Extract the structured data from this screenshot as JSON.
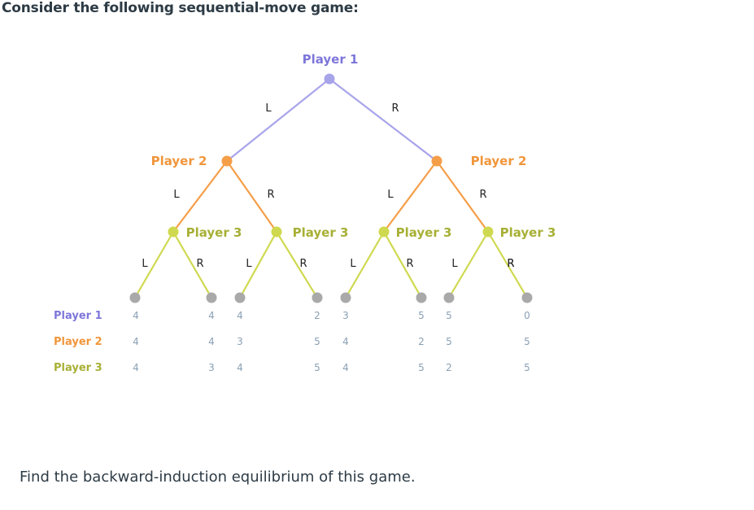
{
  "heading": "Consider the following sequential-move game:",
  "question": "Find the backward-induction equilibrium of this game.",
  "colors": {
    "player1": "#a8a4ea",
    "player2": "#f59e48",
    "player3": "#cfd94f",
    "terminal": "#a9a9a9",
    "p1_text": "#7e77d9",
    "p2_text": "#f0963c",
    "p3_text": "#a7b035",
    "payoff_text": "#8aa0b4"
  },
  "tree": {
    "root": {
      "player": "Player 1",
      "left_move": "L",
      "right_move": "R"
    },
    "player2_nodes": [
      {
        "label": "Player 2",
        "left_move": "L",
        "right_move": "R"
      },
      {
        "label": "Player 2",
        "left_move": "L",
        "right_move": "R"
      }
    ],
    "player3_nodes": [
      {
        "label": "Player 3",
        "left_move": "L",
        "right_move": "R"
      },
      {
        "label": "Player 3",
        "left_move": "R",
        "right_move": "L"
      },
      {
        "label": "Player 3",
        "left_move": "R",
        "right_move": "L"
      },
      {
        "label": "Player 3",
        "left_move": "R",
        "right_move": "L"
      },
      {
        "label": "Player 3",
        "left_move": "R",
        "right_move": ""
      }
    ]
  },
  "payoff_rows": [
    "Player 1",
    "Player 2",
    "Player 3"
  ],
  "payoffs": [
    [
      "4",
      "4",
      "4"
    ],
    [
      "4",
      "4",
      "3"
    ],
    [
      "4",
      "3",
      "4"
    ],
    [
      "2",
      "5",
      "5"
    ],
    [
      "3",
      "4",
      "4"
    ],
    [
      "5",
      "2",
      "5"
    ],
    [
      "5",
      "5",
      "2"
    ],
    [
      "0",
      "5",
      "5"
    ]
  ]
}
